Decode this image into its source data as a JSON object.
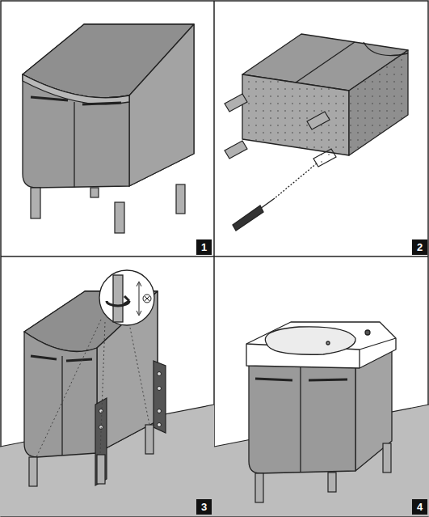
{
  "diagram": {
    "nodes": [
      {
        "text": [
          "1"
        ]
      },
      {
        "text": [
          "2"
        ]
      },
      {
        "text": [
          "3"
        ]
      },
      {
        "text": [
          "4"
        ]
      }
    ]
  }
}
